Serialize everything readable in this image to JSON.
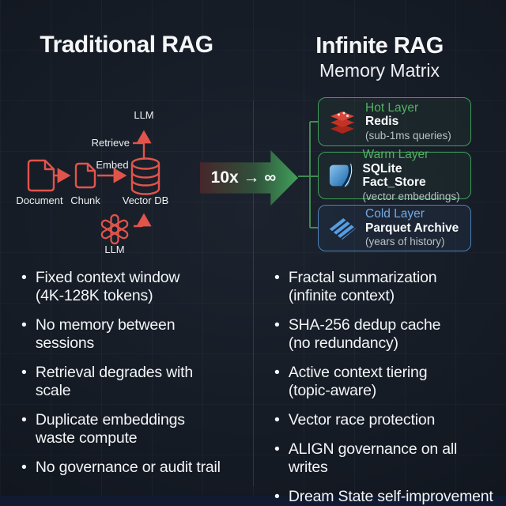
{
  "left_panel": {
    "title": "Traditional RAG",
    "diagram": {
      "llm_top_label": "LLM",
      "retrieve_label": "Retrieve",
      "embed_label": "Embed",
      "document_label": "Document",
      "chunk_label": "Chunk",
      "vector_db_label": "Vector DB",
      "llm_bottom_label": "LLM"
    },
    "bullets": [
      "Fixed context window\n(4K-128K tokens)",
      "No memory between\nsessions",
      "Retrieval degrades with\nscale",
      "Duplicate embeddings\nwaste compute",
      "No governance or audit trail"
    ]
  },
  "center_arrow": {
    "label": "10x → ∞"
  },
  "right_panel": {
    "title": "Infinite RAG",
    "subtitle": "Memory Matrix",
    "layers": [
      {
        "name": "Hot Layer",
        "tech": "Redis",
        "detail": "(sub-1ms queries)",
        "icon": "redis-icon",
        "accent": "#52b063"
      },
      {
        "name": "Warm Layer",
        "tech": "SQLite Fact_Store",
        "detail": "(vector embeddings)",
        "icon": "sqlite-icon",
        "accent": "#52b063"
      },
      {
        "name": "Cold Layer",
        "tech": "Parquet Archive",
        "detail": "(years of history)",
        "icon": "parquet-icon",
        "accent": "#74a9e0"
      }
    ],
    "bullets": [
      "Fractal summarization\n(infinite context)",
      "SHA-256 dedup cache\n(no redundancy)",
      "Active context tiering\n(topic-aware)",
      "Vector race protection",
      "ALIGN governance on all\nwrites",
      "Dream State self-improvement"
    ]
  },
  "colors": {
    "background": "#161c26",
    "red_accent": "#e2544b",
    "green_accent": "#3f9e58",
    "blue_accent": "#4d82ba",
    "text_primary": "#f3f5f7",
    "text_muted": "#b9c0c8",
    "bottom_bar": "#101a30"
  }
}
